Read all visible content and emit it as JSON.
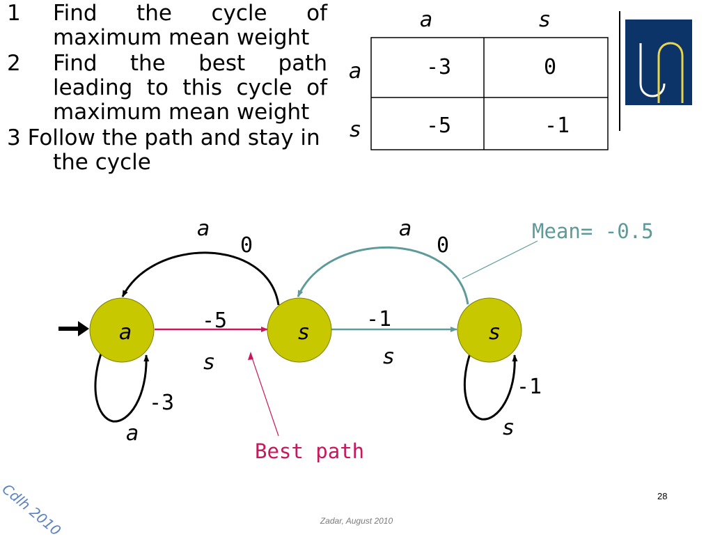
{
  "steps": [
    {
      "num": "1",
      "text": "Find the cycle of maximum mean weight"
    },
    {
      "num": "2",
      "text": "Find the best path leading to this cycle of maximum mean weight"
    },
    {
      "num": "3",
      "text": "Follow the path and stay in the cycle"
    }
  ],
  "matrix": {
    "col_headers": [
      "a",
      "s"
    ],
    "row_headers": [
      "a",
      "s"
    ],
    "cells": [
      [
        "-3",
        "0"
      ],
      [
        "-5",
        "-1"
      ]
    ]
  },
  "graph": {
    "nodes": [
      {
        "id": "n1",
        "label": "a"
      },
      {
        "id": "n2",
        "label": "s"
      },
      {
        "id": "n3",
        "label": "s"
      }
    ],
    "edges": [
      {
        "id": "n1_self",
        "action": "a",
        "weight": "-3"
      },
      {
        "id": "n1_n2",
        "action": "s",
        "weight": "-5"
      },
      {
        "id": "n2_n1",
        "action": "a",
        "weight": "0"
      },
      {
        "id": "n2_n3",
        "action": "s",
        "weight": "-1"
      },
      {
        "id": "n3_n2",
        "action": "a",
        "weight": "0"
      },
      {
        "id": "n3_self",
        "action": "s",
        "weight": "-1"
      }
    ],
    "annotations": {
      "mean": "Mean= -0.5",
      "best_path": "Best path"
    },
    "colors": {
      "node_fill": "#c8c800",
      "best_path": "#c8185c",
      "cycle": "#5e9a9a",
      "default": "#000000"
    }
  },
  "watermark": "Cdlh 2010",
  "footer": "Zadar, August 2010",
  "page_number": "28"
}
